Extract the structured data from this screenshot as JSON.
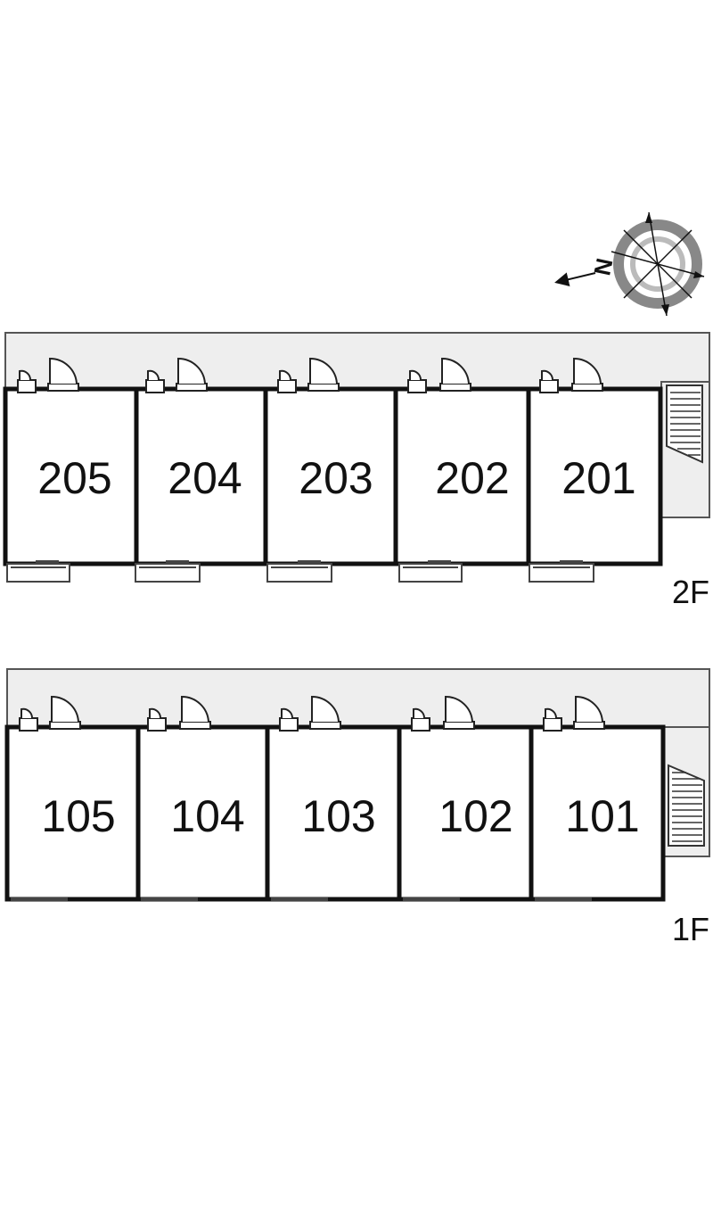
{
  "compass": {
    "north_label": "N"
  },
  "floors": [
    {
      "label": "2F",
      "units": [
        "205",
        "204",
        "203",
        "202",
        "201"
      ]
    },
    {
      "label": "1F",
      "units": [
        "105",
        "104",
        "103",
        "102",
        "101"
      ]
    }
  ],
  "colors": {
    "wall": "#111111",
    "corridor": "#eeeeee",
    "outline": "#555555",
    "compass_ring": "#888888"
  }
}
